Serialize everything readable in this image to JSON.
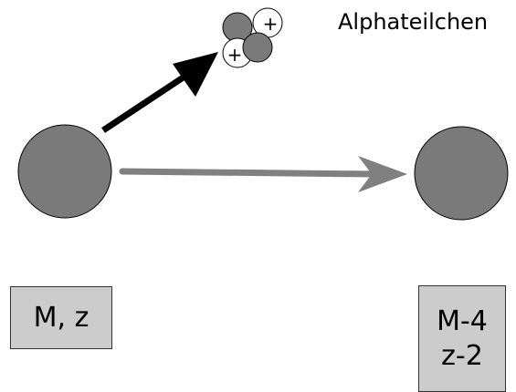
{
  "alpha_label": "Alphateilchen",
  "parent": {
    "mass": "M, z"
  },
  "daughter": {
    "mass": "M-4",
    "charge": "z-2"
  },
  "nucleon_symbol": "+",
  "colors": {
    "nucleus": "#7a7a7a",
    "proton": "#ffffff",
    "outline": "#000000",
    "black_arrow": "#000000",
    "gray_arrow": "#808080",
    "box_fill": "#cccccc"
  }
}
